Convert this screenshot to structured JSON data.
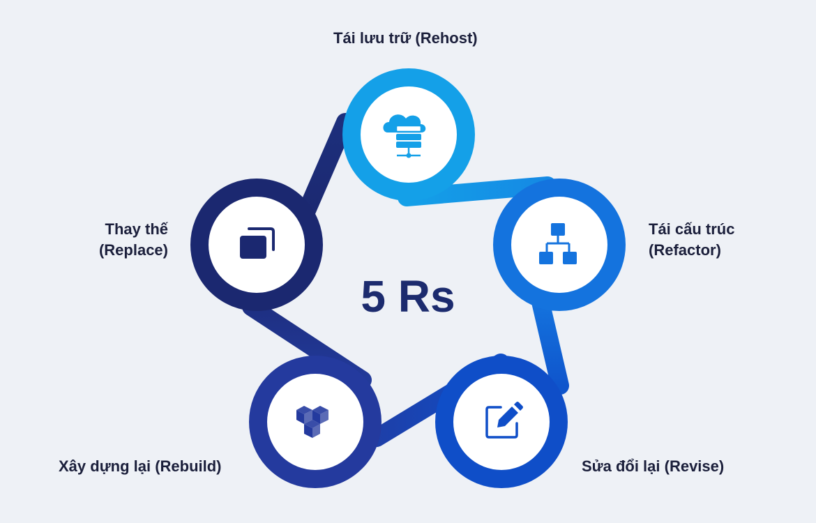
{
  "center_title": "5 Rs",
  "items": [
    {
      "key": "rehost",
      "line1": "Tái lưu trữ (Rehost)",
      "line2": "",
      "icon": "cloud-server-icon",
      "color": "#14a0e8"
    },
    {
      "key": "refactor",
      "line1": "Tái cấu trúc",
      "line2": "(Refactor)",
      "icon": "hierarchy-icon",
      "color": "#1473de"
    },
    {
      "key": "revise",
      "line1": "Sửa đổi lại (Revise)",
      "line2": "",
      "icon": "edit-icon",
      "color": "#0f4ec8"
    },
    {
      "key": "rebuild",
      "line1": "Xây dựng lại (Rebuild)",
      "line2": "",
      "icon": "cubes-icon",
      "color": "#243a9e"
    },
    {
      "key": "replace",
      "line1": "Thay thế",
      "line2": "(Replace)",
      "icon": "replace-squares-icon",
      "color": "#1b2870"
    }
  ],
  "colors": {
    "background": "#eef1f6",
    "text": "#1b1f3b",
    "center_text": "#1c2b6e"
  }
}
